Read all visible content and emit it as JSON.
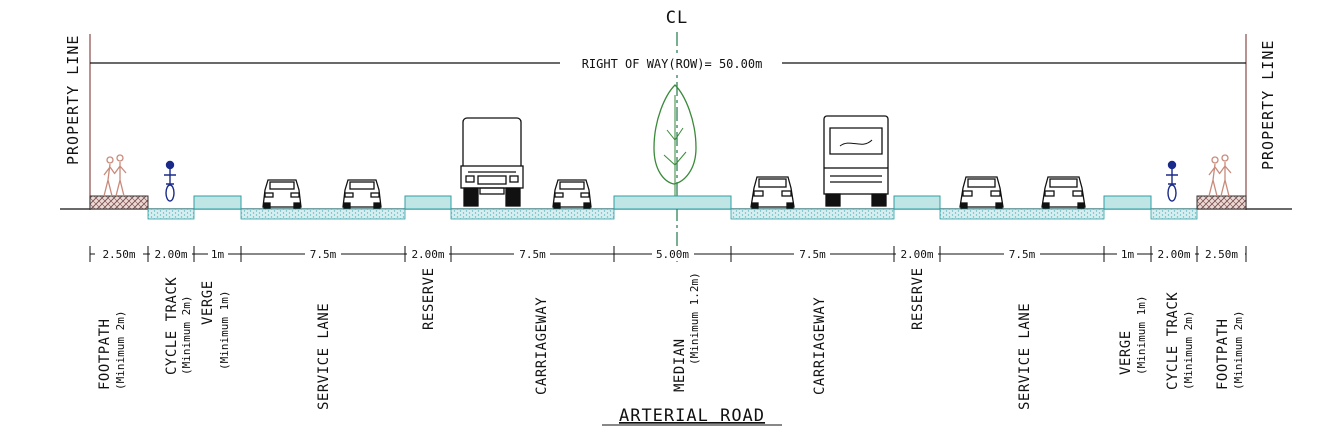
{
  "centerline_label": "CL",
  "right_of_way_label": "RIGHT OF WAY(ROW)= 50.00m",
  "property_line_label": "PROPERTY LINE",
  "title": "ARTERIAL ROAD",
  "colors": {
    "line": "#111111",
    "paving_fill": "#d6eef0",
    "paving_dots": "#5fb9be",
    "verge_fill": "#bfe6e4",
    "verge_stroke": "#2f9ea5",
    "footpath_fill": "#ead9d4",
    "footpath_hatch": "#7a4a4a",
    "tree": "#3a8a3a",
    "centerline": "#1f7a4a",
    "cyclist": "#1a2a8a",
    "pedestrian": "#c98a7a"
  },
  "elements": [
    {
      "id": "footpath-left",
      "dim": "2.50m",
      "label": "FOOTPATH",
      "sub": "(Minimum 2m)"
    },
    {
      "id": "cycle-track-left",
      "dim": "2.00m",
      "label": "CYCLE TRACK",
      "sub": "(Minimum 2m)"
    },
    {
      "id": "verge-left",
      "dim": "1m",
      "label": "VERGE",
      "sub": "(Minimum 1m)"
    },
    {
      "id": "service-lane-left",
      "dim": "7.5m",
      "label": "SERVICE LANE",
      "sub": ""
    },
    {
      "id": "reserve-left",
      "dim": "2.00m",
      "label": "RESERVE",
      "sub": ""
    },
    {
      "id": "carriageway-left",
      "dim": "7.5m",
      "label": "CARRIAGEWAY",
      "sub": ""
    },
    {
      "id": "median",
      "dim": "5.00m",
      "label": "MEDIAN",
      "sub": "(Minimum 1.2m)"
    },
    {
      "id": "carriageway-right",
      "dim": "7.5m",
      "label": "CARRIAGEWAY",
      "sub": ""
    },
    {
      "id": "reserve-right",
      "dim": "2.00m",
      "label": "RESERVE",
      "sub": ""
    },
    {
      "id": "service-lane-right",
      "dim": "7.5m",
      "label": "SERVICE LANE",
      "sub": ""
    },
    {
      "id": "verge-right",
      "dim": "1m",
      "label": "VERGE",
      "sub": "(Minimum 1m)"
    },
    {
      "id": "cycle-track-right",
      "dim": "2.00m",
      "label": "CYCLE TRACK",
      "sub": "(Minimum 2m)"
    },
    {
      "id": "footpath-right",
      "dim": "2.50m",
      "label": "FOOTPATH",
      "sub": "(Minimum 2m)"
    }
  ]
}
